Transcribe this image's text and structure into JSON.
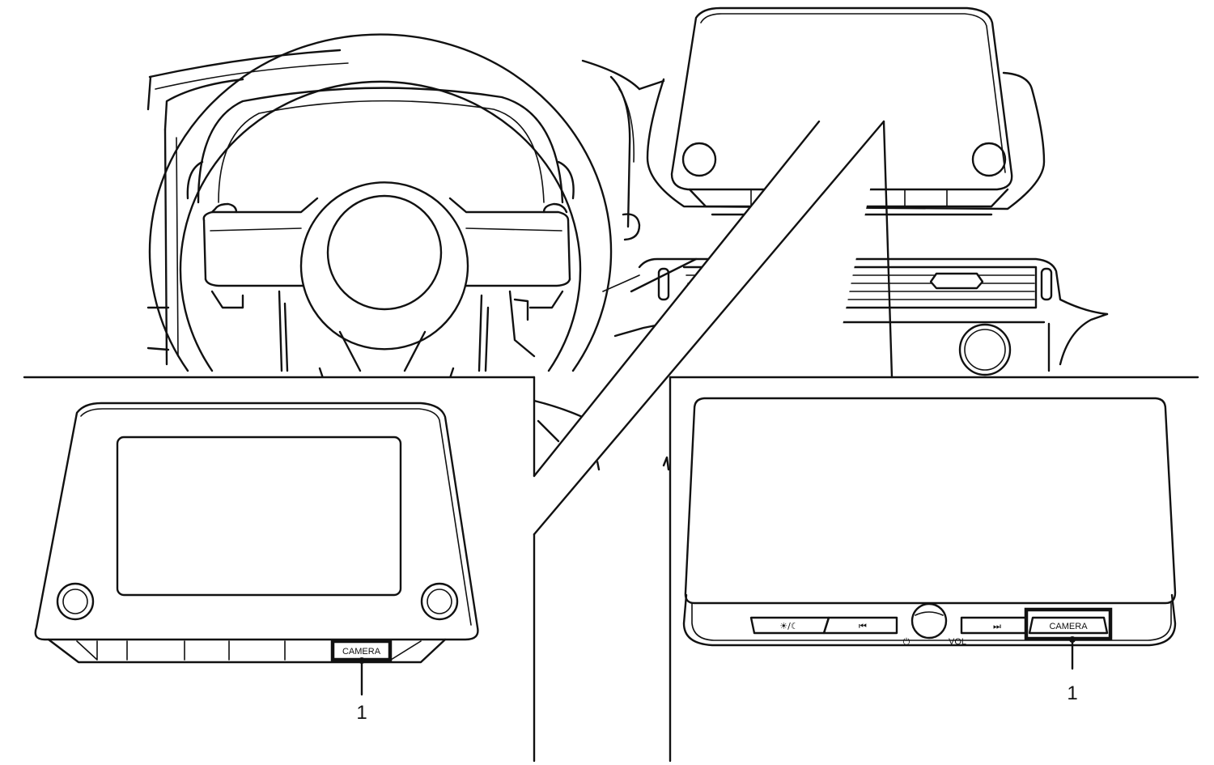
{
  "left_unit": {
    "camera_button_label": "CAMERA",
    "callout_number": "1"
  },
  "right_unit": {
    "buttons": {
      "day_night": "☀/☾",
      "previous": "⏮",
      "next": "⏭",
      "camera": "CAMERA"
    },
    "power_symbol": "⏻",
    "volume_label": "VOL",
    "callout_number": "1"
  }
}
